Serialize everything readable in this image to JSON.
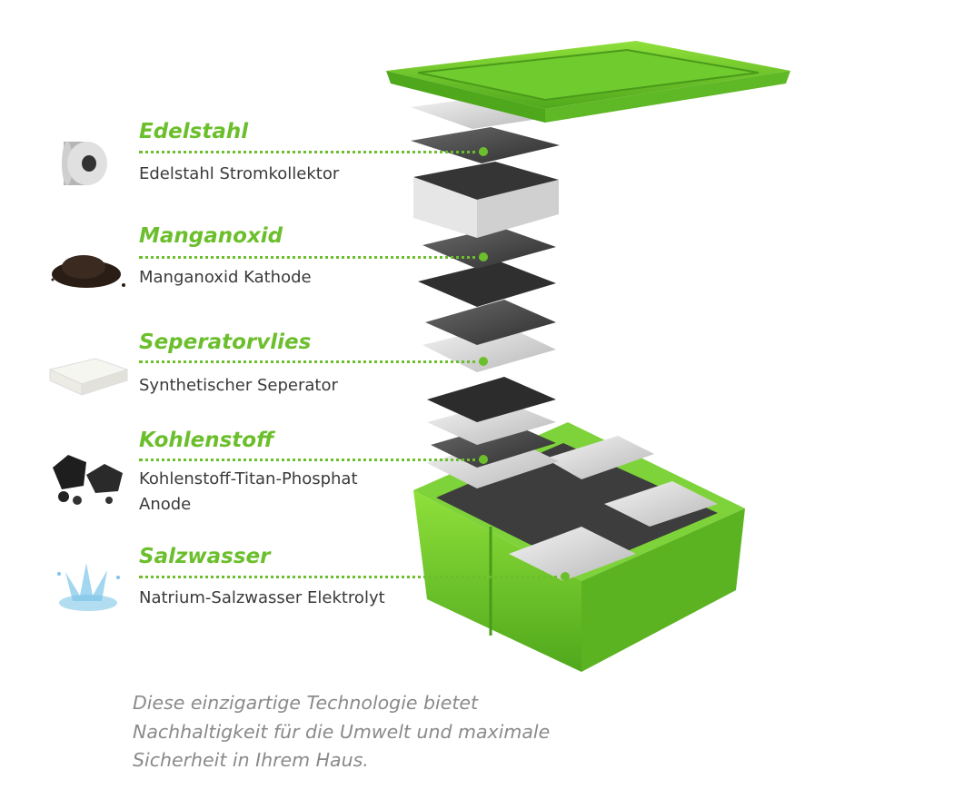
{
  "components": [
    {
      "title": "Edelstahl",
      "description": [
        "Edelstahl Stromkollektor"
      ],
      "icon": "steel-coil-icon"
    },
    {
      "title": "Manganoxid",
      "description": [
        "Manganoxid Kathode"
      ],
      "icon": "powder-pile-icon"
    },
    {
      "title": "Seperatorvlies",
      "description": [
        "Synthetischer Seperator"
      ],
      "icon": "fleece-icon"
    },
    {
      "title": "Kohlenstoff",
      "description": [
        "Kohlenstoff-Titan-Phosphat",
        "Anode"
      ],
      "icon": "coal-icon"
    },
    {
      "title": "Salzwasser",
      "description": [
        "Natrium-Salzwasser Elektrolyt"
      ],
      "icon": "water-splash-icon"
    }
  ],
  "closing_text": [
    "Diese einzigartige Technologie bietet",
    "Nachhaltigkeit für die Umwelt und maximale",
    "Sicherheit in Ihrem Haus."
  ],
  "colors": {
    "accent": "#6cbf2c",
    "text": "#3a3a3a",
    "note": "#8a8a8a"
  }
}
